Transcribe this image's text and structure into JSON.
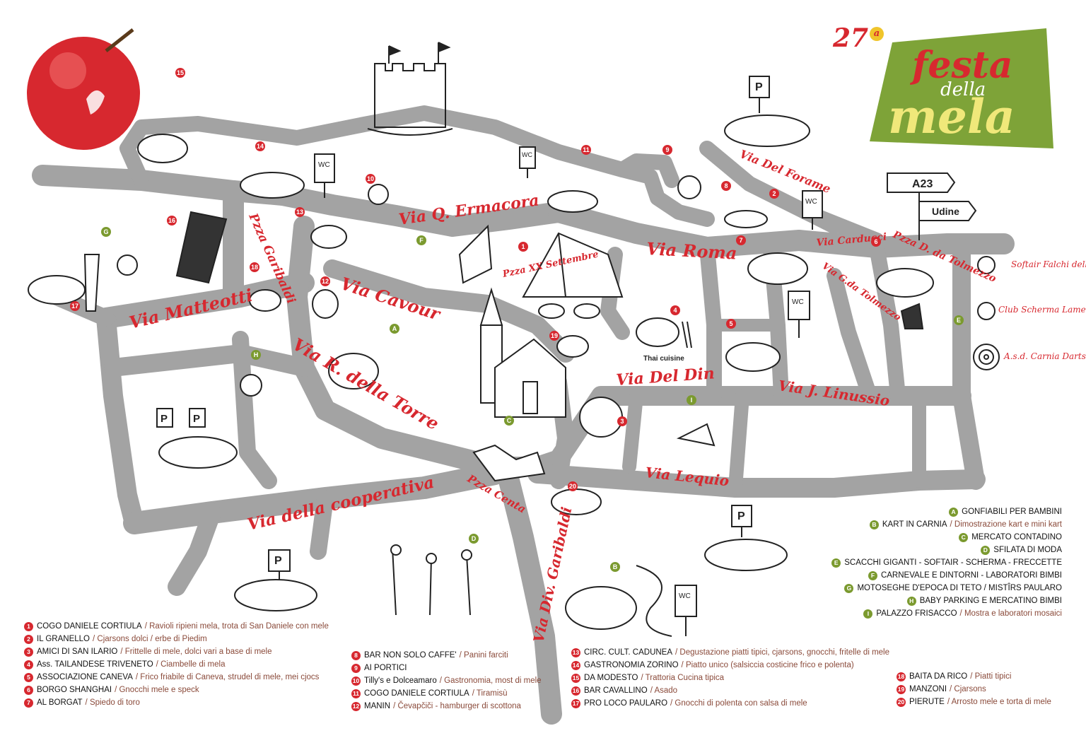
{
  "logo": {
    "edition": "27",
    "edition_sup": "a",
    "line1": "festa",
    "line2": "della",
    "line3": "mela"
  },
  "streets": {
    "matteotti": "Via Matteotti",
    "garibaldi": "Pzza Garibaldi",
    "ermacora": "Via Q. Ermacora",
    "xx_settembre": "Pzza XX Settembre",
    "roma": "Via Roma",
    "del_forame": "Via Del Forame",
    "carducci": "Via Carducci",
    "da_tolmezzo_pz": "Pzza D. da Tolmezzo",
    "gda_tolmezzo": "Via G.da Tolmezzo",
    "cavour": "Via Cavour",
    "della_torre": "Via R. della Torre",
    "del_din": "Via Del Din",
    "linussio": "Via J. Linussio",
    "lequio": "Via Lequio",
    "centa": "Pzza Centa",
    "cooperativa": "Via della cooperativa",
    "div_garibaldi": "Via Div. Garibaldi"
  },
  "signs": {
    "a23": "A23",
    "udine": "Udine",
    "wc": "WC",
    "parking": "P",
    "thai": "Thai cuisine"
  },
  "side_labels": {
    "softair": "Softair Falchi della Carnia",
    "scherma": "Club Scherma Lame Friulane",
    "darts": "A.s.d. Carnia Darts"
  },
  "legend_numbers_col1": [
    {
      "n": "1",
      "name": "COGO DANIELE CORTIULA",
      "desc": "Ravioli ripieni mela, trota di San Daniele con mele"
    },
    {
      "n": "2",
      "name": "IL GRANELLO",
      "desc": "Cjarsons dolci / erbe di Piedim"
    },
    {
      "n": "3",
      "name": "AMICI DI SAN ILARIO",
      "desc": "Frittelle di mele, dolci vari a base di mele"
    },
    {
      "n": "4",
      "name": "Ass. TAILANDESE TRIVENETO",
      "desc": "Ciambelle di mela"
    },
    {
      "n": "5",
      "name": "ASSOCIAZIONE CANEVA",
      "desc": "Frico friabile di Caneva, strudel di mele, mei cjocs"
    },
    {
      "n": "6",
      "name": "BORGO SHANGHAI",
      "desc": "Gnocchi mele e speck"
    },
    {
      "n": "7",
      "name": "AL BORGAT",
      "desc": "Spiedo di toro"
    }
  ],
  "legend_numbers_col2": [
    {
      "n": "8",
      "name": "BAR NON SOLO CAFFE'",
      "desc": "Panini farciti"
    },
    {
      "n": "9",
      "name": "AI PORTICI",
      "desc": ""
    },
    {
      "n": "10",
      "name": "Tilly's e Dolceamaro",
      "desc": "Gastronomia, most di mele"
    },
    {
      "n": "11",
      "name": "COGO DANIELE CORTIULA",
      "desc": "Tiramisù"
    },
    {
      "n": "12",
      "name": "MANIN",
      "desc": "Čevapčiči - hamburger di scottona"
    }
  ],
  "legend_numbers_col3": [
    {
      "n": "13",
      "name": "CIRC. CULT. CADUNEA",
      "desc": "Degustazione piatti tipici, cjarsons, gnocchi, fritelle di mele"
    },
    {
      "n": "14",
      "name": "GASTRONOMIA ZORINO",
      "desc": "Piatto unico (salsiccia costicine frico e polenta)"
    },
    {
      "n": "15",
      "name": "DA MODESTO",
      "desc": "Trattoria Cucina tipica"
    },
    {
      "n": "16",
      "name": "BAR CAVALLINO",
      "desc": "Asado"
    },
    {
      "n": "17",
      "name": "PRO LOCO PAULARO",
      "desc": "Gnocchi di polenta con salsa di mele"
    }
  ],
  "legend_numbers_col4": [
    {
      "n": "18",
      "name": "BAITA DA RICO",
      "desc": "Piatti tipici"
    },
    {
      "n": "19",
      "name": "MANZONI",
      "desc": "Cjarsons"
    },
    {
      "n": "20",
      "name": "PIERUTE",
      "desc": "Arrosto mele e torta di mele"
    }
  ],
  "legend_letters": [
    {
      "l": "A",
      "name": "GONFIABILI PER BAMBINI",
      "desc": ""
    },
    {
      "l": "B",
      "name": "KART IN CARNIA",
      "desc": "Dimostrazione kart e mini kart"
    },
    {
      "l": "C",
      "name": "MERCATO CONTADINO",
      "desc": ""
    },
    {
      "l": "D",
      "name": "SFILATA DI MODA",
      "desc": ""
    },
    {
      "l": "E",
      "name": "SCACCHI GIGANTI - SOFTAIR - SCHERMA - FRECCETTE",
      "desc": ""
    },
    {
      "l": "F",
      "name": "CARNEVALE E DINTORNI - LABORATORI BIMBI",
      "desc": ""
    },
    {
      "l": "G",
      "name": "MOTOSEGHE D'EPOCA DI TETO / MISTÎRS PAULARO",
      "desc": ""
    },
    {
      "l": "H",
      "name": "BABY PARKING E MERCATINO BIMBI",
      "desc": ""
    },
    {
      "l": "I",
      "name": "PALAZZO FRISACCO",
      "desc": "Mostra e laboratori mosaici"
    }
  ],
  "markers_numbers": [
    "1",
    "2",
    "3",
    "4",
    "5",
    "6",
    "7",
    "8",
    "9",
    "10",
    "11",
    "12",
    "13",
    "14",
    "15",
    "16",
    "17",
    "18",
    "19",
    "20"
  ],
  "markers_letters": [
    "A",
    "B",
    "C",
    "D",
    "E",
    "F",
    "G",
    "H",
    "I"
  ],
  "colors": {
    "accent": "#d7282f",
    "green": "#7b9a2f",
    "road": "#a3a3a3",
    "logo_bg": "#7ea338"
  }
}
